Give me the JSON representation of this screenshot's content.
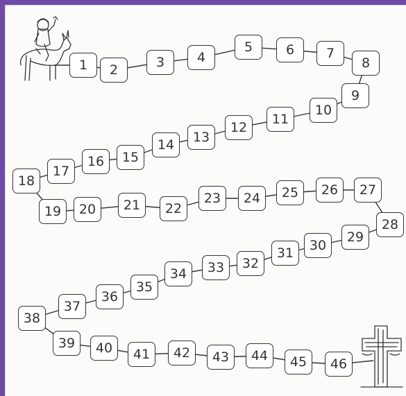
{
  "board": {
    "squares": [
      "1",
      "2",
      "3",
      "4",
      "5",
      "6",
      "7",
      "8",
      "9",
      "10",
      "11",
      "12",
      "13",
      "14",
      "15",
      "16",
      "17",
      "18",
      "19",
      "20",
      "21",
      "22",
      "23",
      "24",
      "25",
      "26",
      "27",
      "28",
      "29",
      "30",
      "31",
      "32",
      "33",
      "34",
      "35",
      "36",
      "37",
      "38",
      "39",
      "40",
      "41",
      "42",
      "43",
      "44",
      "45",
      "46"
    ],
    "start_art": "donkey-rider-icon",
    "finish_art": "cross-icon",
    "colors": {
      "border": "#6f4aa8",
      "ink": "#333333",
      "paper": "#fbfbfa"
    }
  }
}
